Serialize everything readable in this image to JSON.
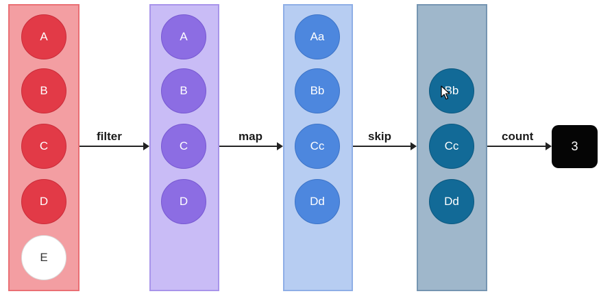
{
  "stages": [
    {
      "nodes": [
        "A",
        "B",
        "C",
        "D",
        "E"
      ]
    },
    {
      "nodes": [
        "A",
        "B",
        "C",
        "D"
      ]
    },
    {
      "nodes": [
        "Aa",
        "Bb",
        "Cc",
        "Dd"
      ]
    },
    {
      "nodes": [
        "Bb",
        "Cc",
        "Dd"
      ]
    }
  ],
  "operations": [
    "filter",
    "map",
    "skip",
    "count"
  ],
  "result": "3",
  "colors": {
    "stage1": "#e23a47",
    "stage1_filtered": "#ffffff",
    "stage2": "#8c6de3",
    "stage3": "#4d87de",
    "stage4": "#126a97",
    "result_box": "#050505"
  },
  "icons": [
    "mouse-pointer-icon"
  ]
}
